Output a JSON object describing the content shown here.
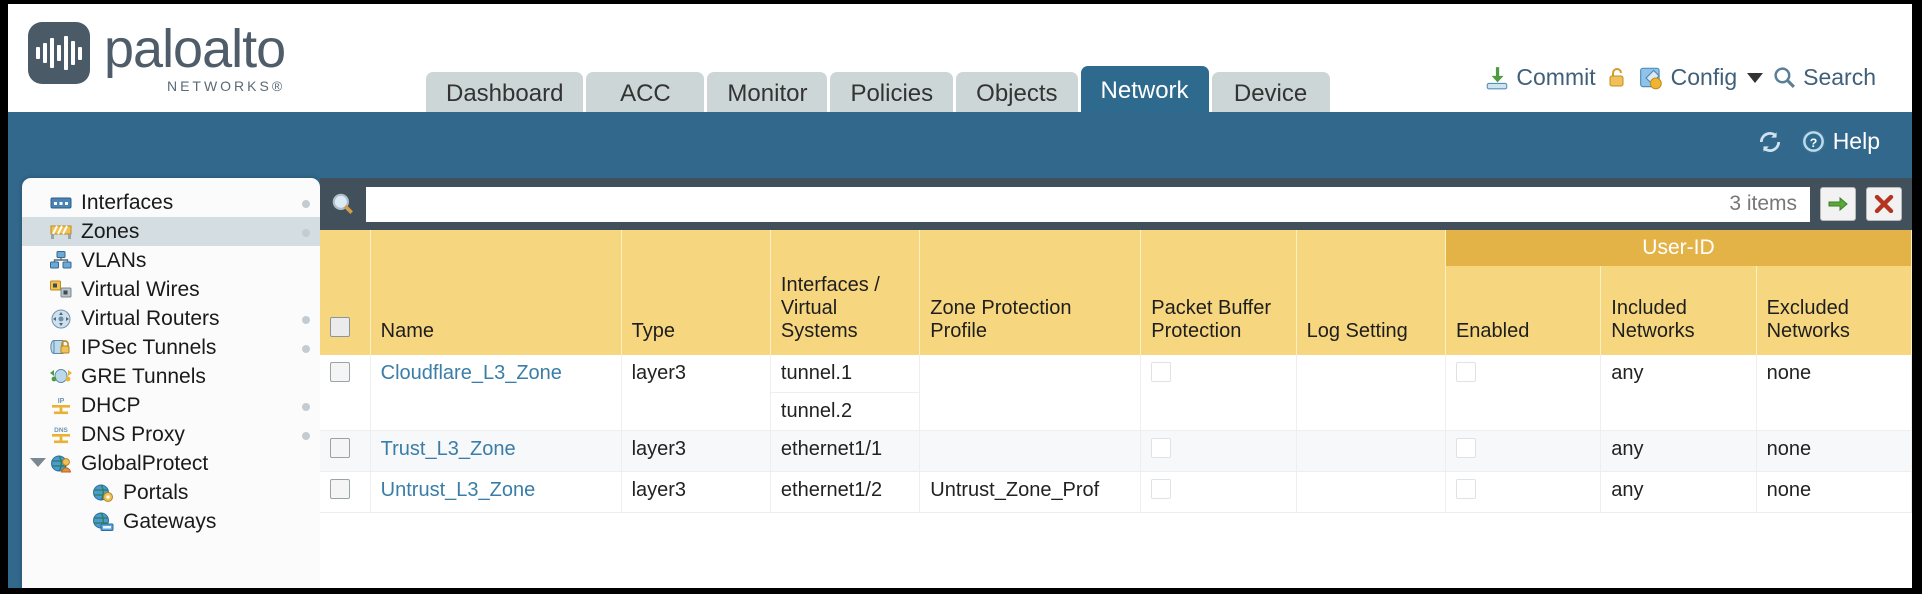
{
  "brand": {
    "name": "paloalto",
    "tagline": "NETWORKS®"
  },
  "tabs": [
    {
      "label": "Dashboard",
      "active": false
    },
    {
      "label": "ACC",
      "active": false
    },
    {
      "label": "Monitor",
      "active": false
    },
    {
      "label": "Policies",
      "active": false
    },
    {
      "label": "Objects",
      "active": false
    },
    {
      "label": "Network",
      "active": true
    },
    {
      "label": "Device",
      "active": false
    }
  ],
  "topbar": {
    "commit": "Commit",
    "config": "Config",
    "search": "Search",
    "lock_icon": "lock-icon",
    "commit_icon": "commit-download-icon",
    "config_icon": "config-wrench-icon",
    "search_icon": "search-icon"
  },
  "band": {
    "refresh_icon": "refresh-icon",
    "help_icon": "help-icon",
    "help": "Help"
  },
  "sidebar": {
    "items": [
      {
        "label": "Interfaces",
        "icon": "interfaces-icon",
        "selected": false,
        "dot": true,
        "child": false,
        "arrow": false
      },
      {
        "label": "Zones",
        "icon": "zones-icon",
        "selected": true,
        "dot": true,
        "child": false,
        "arrow": false
      },
      {
        "label": "VLANs",
        "icon": "vlans-icon",
        "selected": false,
        "dot": false,
        "child": false,
        "arrow": false
      },
      {
        "label": "Virtual Wires",
        "icon": "virtual-wires-icon",
        "selected": false,
        "dot": false,
        "child": false,
        "arrow": false
      },
      {
        "label": "Virtual Routers",
        "icon": "virtual-routers-icon",
        "selected": false,
        "dot": true,
        "child": false,
        "arrow": false
      },
      {
        "label": "IPSec Tunnels",
        "icon": "ipsec-tunnels-icon",
        "selected": false,
        "dot": true,
        "child": false,
        "arrow": false
      },
      {
        "label": "GRE Tunnels",
        "icon": "gre-tunnels-icon",
        "selected": false,
        "dot": false,
        "child": false,
        "arrow": false
      },
      {
        "label": "DHCP",
        "icon": "dhcp-icon",
        "selected": false,
        "dot": true,
        "child": false,
        "arrow": false
      },
      {
        "label": "DNS Proxy",
        "icon": "dns-proxy-icon",
        "selected": false,
        "dot": true,
        "child": false,
        "arrow": false
      },
      {
        "label": "GlobalProtect",
        "icon": "globalprotect-icon",
        "selected": false,
        "dot": false,
        "child": false,
        "arrow": true
      },
      {
        "label": "Portals",
        "icon": "portals-icon",
        "selected": false,
        "dot": false,
        "child": true,
        "arrow": false
      },
      {
        "label": "Gateways",
        "icon": "gateways-icon",
        "selected": false,
        "dot": false,
        "child": true,
        "arrow": false
      }
    ]
  },
  "filter": {
    "value": "",
    "placeholder": "",
    "item_count": "3 items",
    "apply_icon": "green-arrow-icon",
    "clear_icon": "red-x-icon",
    "search_icon": "search-icon"
  },
  "table": {
    "group_header": "User-ID",
    "columns": [
      "Name",
      "Type",
      "Interfaces / Virtual Systems",
      "Zone Protection Profile",
      "Packet Buffer Protection",
      "Log Setting",
      "Enabled",
      "Included Networks",
      "Excluded Networks"
    ],
    "rows": [
      {
        "name": "Cloudflare_L3_Zone",
        "type": "layer3",
        "interfaces": [
          "tunnel.1",
          "tunnel.2"
        ],
        "zone_protection_profile": "",
        "packet_buffer_protection": false,
        "log_setting": "",
        "userid_enabled": false,
        "included_networks": "any",
        "excluded_networks": "none"
      },
      {
        "name": "Trust_L3_Zone",
        "type": "layer3",
        "interfaces": [
          "ethernet1/1"
        ],
        "zone_protection_profile": "",
        "packet_buffer_protection": false,
        "log_setting": "",
        "userid_enabled": false,
        "included_networks": "any",
        "excluded_networks": "none"
      },
      {
        "name": "Untrust_L3_Zone",
        "type": "layer3",
        "interfaces": [
          "ethernet1/2"
        ],
        "zone_protection_profile": "Untrust_Zone_Prof",
        "packet_buffer_protection": false,
        "log_setting": "",
        "userid_enabled": false,
        "included_networks": "any",
        "excluded_networks": "none"
      }
    ]
  },
  "colors": {
    "accent_blue": "#31688c",
    "header_gold": "#f6d67f",
    "group_gold": "#e3b347",
    "toolbar_dark": "#41505a",
    "link": "#3a7da8"
  }
}
